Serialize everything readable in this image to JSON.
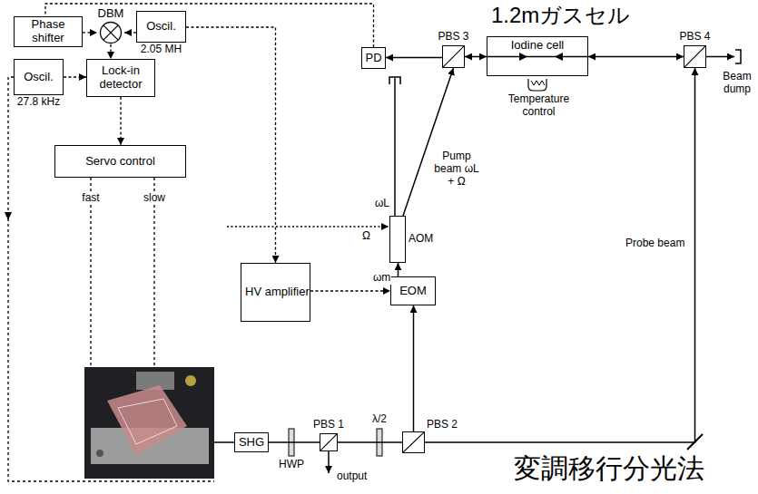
{
  "diagram": {
    "nodes": [
      {
        "text": [
          "Phase shifter"
        ]
      },
      {
        "text": [
          "DBM"
        ]
      },
      {
        "text": [
          "Oscil.",
          "2.05 MH"
        ]
      },
      {
        "text": [
          "PD"
        ]
      },
      {
        "text": [
          "PBS 3"
        ]
      },
      {
        "text": [
          "Iodine cell"
        ]
      },
      {
        "text": [
          "PBS 4"
        ]
      },
      {
        "text": [
          "Oscil.",
          "27.8 kHz"
        ]
      },
      {
        "text": [
          "Lock-in detector"
        ]
      },
      {
        "text": [
          "Servo control"
        ]
      },
      {
        "text": [
          "AOM"
        ]
      },
      {
        "text": [
          "HV amplifier"
        ]
      },
      {
        "text": [
          "EOM"
        ]
      },
      {
        "text": [
          "SHG"
        ]
      },
      {
        "text": [
          "PBS 1"
        ]
      },
      {
        "text": [
          "PBS 2"
        ]
      }
    ],
    "edges": [
      {
        "from": 3,
        "to": 0,
        "arrow": "none"
      },
      {
        "from": 0,
        "to": 1,
        "arrow": "to"
      },
      {
        "from": 2,
        "to": 1,
        "arrow": "to"
      },
      {
        "from": 1,
        "to": 8,
        "arrow": "to"
      },
      {
        "from": 7,
        "to": 8,
        "arrow": "to"
      },
      {
        "from": 8,
        "to": 9,
        "arrow": "to"
      },
      {
        "from": 2,
        "to": 11,
        "arrow": "to"
      },
      {
        "from": 11,
        "to": 12,
        "label": "ωm",
        "arrow": "to"
      },
      {
        "from": 13,
        "to": 14,
        "arrow": "none"
      },
      {
        "from": 14,
        "to": 15,
        "arrow": "none"
      },
      {
        "from": 15,
        "to": 12,
        "arrow": "to"
      },
      {
        "from": 12,
        "to": 10,
        "arrow": "to"
      },
      {
        "from": 10,
        "to": 4,
        "label": "Pump beam ωL + Ω",
        "arrow": "to"
      },
      {
        "from": 15,
        "to": 6,
        "label": "Probe beam",
        "arrow": "to"
      },
      {
        "from": 4,
        "to": 5,
        "arrow": "both"
      },
      {
        "from": 5,
        "to": 6,
        "arrow": "both"
      },
      {
        "from": 4,
        "to": 3,
        "arrow": "to"
      }
    ],
    "labels": [
      "1.2mガスセル",
      "Temperature control",
      "Beam dump",
      "ωL",
      "Ω",
      "fast",
      "slow",
      "HWP",
      "λ/2",
      "output",
      "変調移行分光法"
    ]
  }
}
